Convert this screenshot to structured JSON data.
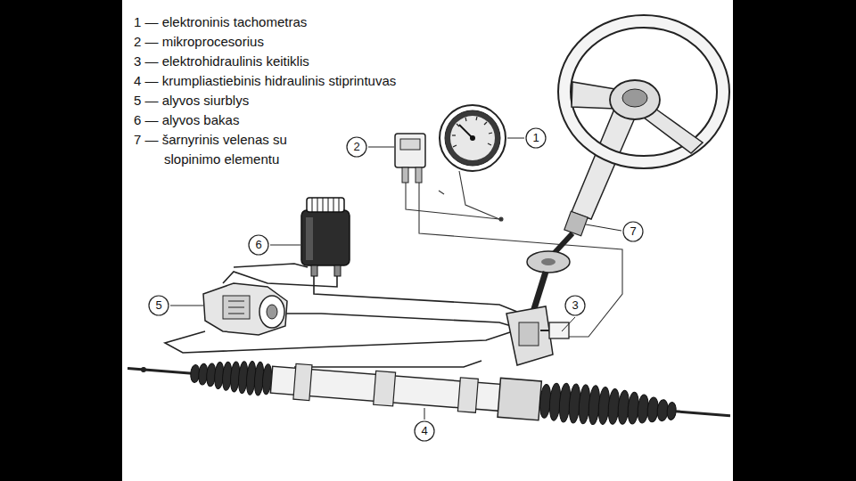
{
  "diagram": {
    "nodes": [
      {
        "text": [
          "1"
        ]
      },
      {
        "text": [
          "2"
        ]
      },
      {
        "text": [
          "3"
        ]
      },
      {
        "text": [
          "4"
        ]
      },
      {
        "text": [
          "5"
        ]
      },
      {
        "text": [
          "6"
        ]
      },
      {
        "text": [
          "7"
        ]
      }
    ],
    "labels": [
      "1 — elektroninis tachometras",
      "2 — mikroprocesorius",
      "3 — elektrohidraulinis keitiklis",
      "4 — krumpliastiebinis hidraulinis stiprintuvas",
      "5 — alyvos siurblys",
      "6 — alyvos bakas",
      "7 — šarnyrinis velenas su slopinimo elementu"
    ]
  }
}
